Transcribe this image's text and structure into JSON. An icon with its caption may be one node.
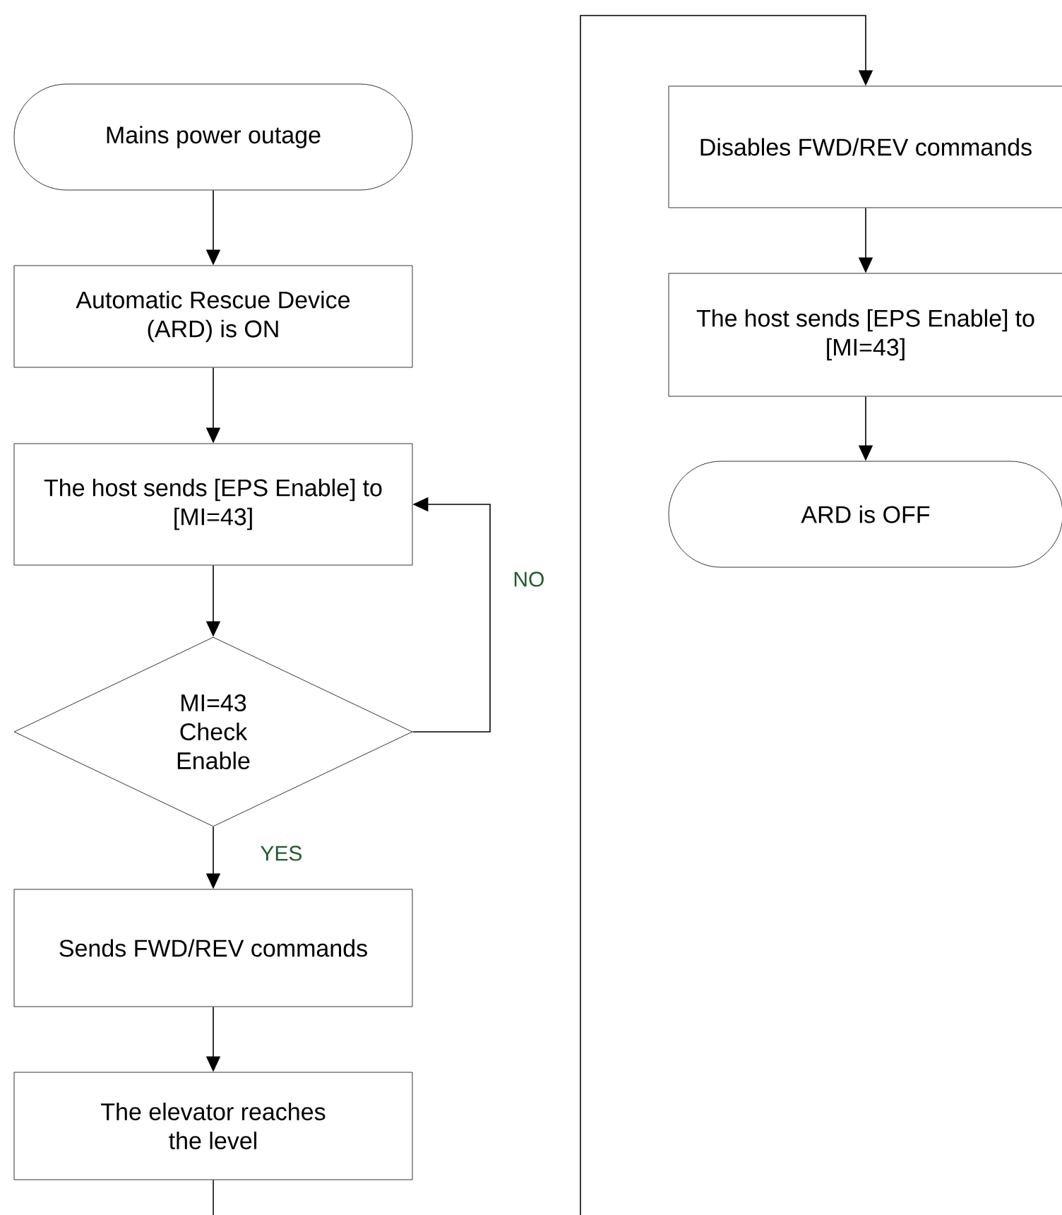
{
  "diagram": {
    "nodes": [
      {
        "text": [
          "Mains power outage"
        ]
      },
      {
        "text": [
          "Automatic Rescue Device (ARD) is ON"
        ]
      },
      {
        "text": [
          "The host sends [EPS Enable] to [MI=43]"
        ]
      },
      {
        "text": [
          "MI=43 Check Enable"
        ]
      },
      {
        "text": [
          "Sends FWD/REV commands"
        ]
      },
      {
        "text": [
          "The elevator reaches the level"
        ]
      },
      {
        "text": [
          "Disables FWD/REV commands"
        ]
      },
      {
        "text": [
          "The host sends [EPS Enable] to [MI=43]"
        ]
      },
      {
        "text": [
          "ARD is OFF"
        ]
      }
    ],
    "edges": [
      {
        "from": 0,
        "to": 1,
        "arrow": "to"
      },
      {
        "from": 1,
        "to": 2,
        "arrow": "to"
      },
      {
        "from": 2,
        "to": 3,
        "arrow": "to"
      },
      {
        "from": 3,
        "to": 4,
        "arrow": "to",
        "label": "YES"
      },
      {
        "from": 3,
        "to": 2,
        "arrow": "to",
        "label": "NO"
      },
      {
        "from": 4,
        "to": 5,
        "arrow": "to"
      },
      {
        "from": 5,
        "to": null,
        "arrow": "none"
      },
      {
        "from": null,
        "to": 6,
        "arrow": "to"
      },
      {
        "from": 6,
        "to": 7,
        "arrow": "to"
      },
      {
        "from": 7,
        "to": 8,
        "arrow": "to"
      }
    ]
  }
}
